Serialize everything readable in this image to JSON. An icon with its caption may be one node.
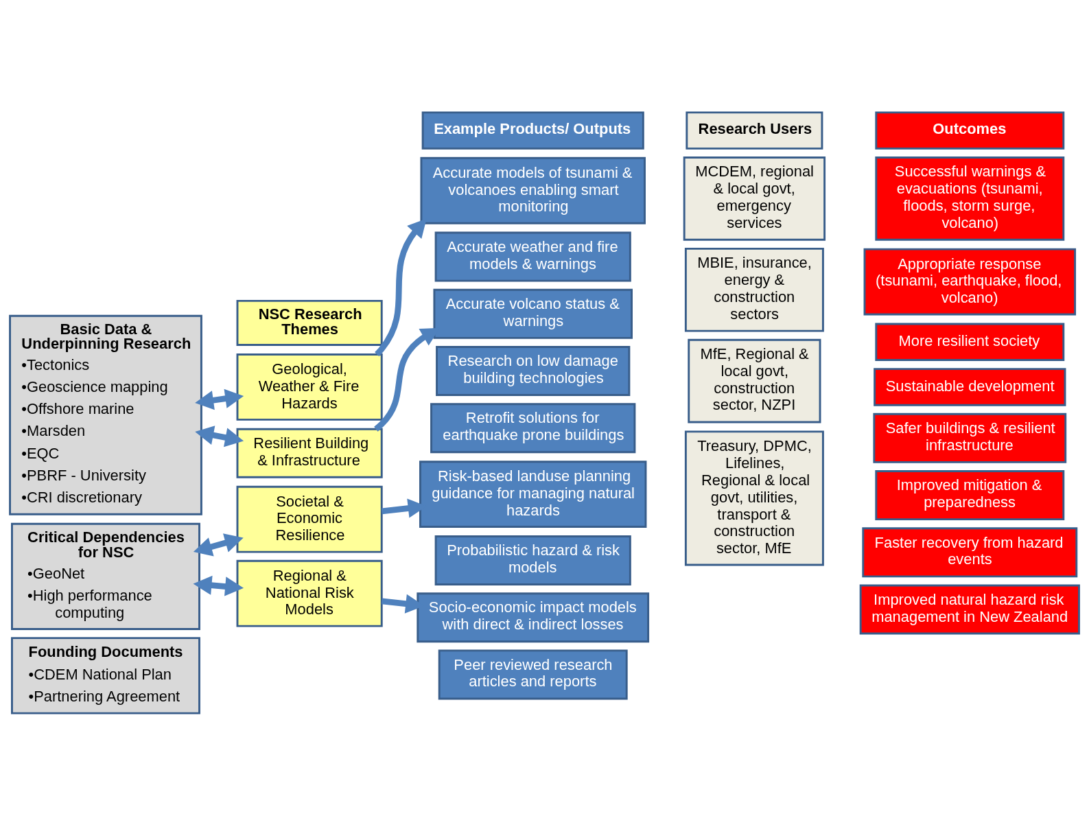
{
  "diagram": {
    "nodes": [
      {
        "text": [
          "Basic Data & Underpinning Research",
          "•Tectonics",
          "•Geoscience mapping",
          "•Offshore marine",
          "•Marsden",
          "•EQC",
          "•PBRF - University",
          "•CRI discretionary"
        ]
      },
      {
        "text": [
          "Critical Dependencies for NSC",
          "•GeoNet",
          "•High performance computing"
        ]
      },
      {
        "text": [
          "Founding Documents",
          "•CDEM National Plan",
          "•Partnering Agreement"
        ]
      },
      {
        "text": [
          "NSC Research Themes"
        ]
      },
      {
        "text": [
          "Geological, Weather & Fire Hazards"
        ]
      },
      {
        "text": [
          "Resilient Building & Infrastructure"
        ]
      },
      {
        "text": [
          "Societal & Economic Resilience"
        ]
      },
      {
        "text": [
          "Regional & National Risk Models"
        ]
      },
      {
        "text": [
          "Example Products/ Outputs"
        ]
      },
      {
        "text": [
          "Accurate models of tsunami & volcanoes enabling smart monitoring"
        ]
      },
      {
        "text": [
          "Accurate weather and fire models & warnings"
        ]
      },
      {
        "text": [
          "Accurate volcano status & warnings"
        ]
      },
      {
        "text": [
          "Research on low damage building technologies"
        ]
      },
      {
        "text": [
          "Retrofit solutions for earthquake prone buildings"
        ]
      },
      {
        "text": [
          "Risk-based landuse planning guidance for managing natural hazards"
        ]
      },
      {
        "text": [
          "Probabilistic hazard & risk models"
        ]
      },
      {
        "text": [
          "Socio-economic impact models with direct & indirect losses"
        ]
      },
      {
        "text": [
          "Peer reviewed research articles and reports"
        ]
      },
      {
        "text": [
          "Research Users"
        ]
      },
      {
        "text": [
          "MCDEM, regional & local govt, emergency services"
        ]
      },
      {
        "text": [
          "MBIE, insurance, energy & construction sectors"
        ]
      },
      {
        "text": [
          "MfE, Regional & local govt, construction sector, NZPI"
        ]
      },
      {
        "text": [
          "Treasury, DPMC, Lifelines, Regional & local govt, utilities, transport & construction sector, MfE"
        ]
      },
      {
        "text": [
          "Outcomes"
        ]
      },
      {
        "text": [
          "Successful warnings & evacuations (tsunami, floods, storm surge, volcano)"
        ]
      },
      {
        "text": [
          "Appropriate response (tsunami, earthquake, flood, volcano)"
        ]
      },
      {
        "text": [
          "More resilient society"
        ]
      },
      {
        "text": [
          "Sustainable development"
        ]
      },
      {
        "text": [
          "Safer buildings & resilient infrastructure"
        ]
      },
      {
        "text": [
          "Improved mitigation & preparedness"
        ]
      },
      {
        "text": [
          "Faster recovery from hazard events"
        ]
      },
      {
        "text": [
          "Improved natural hazard risk management in New Zealand"
        ]
      }
    ],
    "edges": [
      {
        "from": 0,
        "to": 4,
        "arrow": "both"
      },
      {
        "from": 0,
        "to": 5,
        "arrow": "both"
      },
      {
        "from": 1,
        "to": 6,
        "arrow": "both"
      },
      {
        "from": 1,
        "to": 7,
        "arrow": "both"
      },
      {
        "from": 4,
        "to": 9,
        "arrow": "to"
      },
      {
        "from": 5,
        "to": 11,
        "arrow": "to"
      },
      {
        "from": 6,
        "to": 14,
        "arrow": "to"
      },
      {
        "from": 7,
        "to": 16,
        "arrow": "to"
      }
    ]
  }
}
